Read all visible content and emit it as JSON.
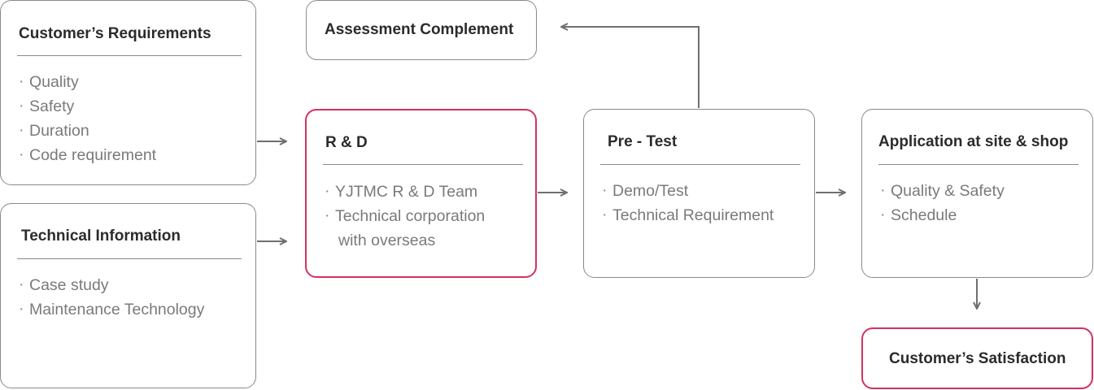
{
  "boxes": {
    "customer_requirements": {
      "title": "Customer’s Requirements",
      "items": [
        "Quality",
        "Safety",
        "Duration",
        "Code requirement"
      ]
    },
    "technical_information": {
      "title": "Technical Information",
      "items": [
        "Case study",
        "Maintenance Technology"
      ]
    },
    "assessment_complement": {
      "title": "Assessment Complement"
    },
    "rnd": {
      "title": "R & D",
      "items": [
        "YJTMC R & D Team",
        "Technical corporation",
        "with overseas"
      ]
    },
    "pre_test": {
      "title": "Pre - Test",
      "items": [
        "Demo/Test",
        "Technical Requirement"
      ]
    },
    "application": {
      "title": "Application at site & shop",
      "items": [
        "Quality & Safety",
        "Schedule"
      ]
    },
    "customer_satisfaction": {
      "title": "Customer’s Satisfaction"
    }
  },
  "colors": {
    "accent_border": "#d6315f",
    "border": "#8a8a8a",
    "arrow": "#6f6f6f",
    "title_text": "#2b2b2b",
    "item_text": "#7a7a7a"
  }
}
